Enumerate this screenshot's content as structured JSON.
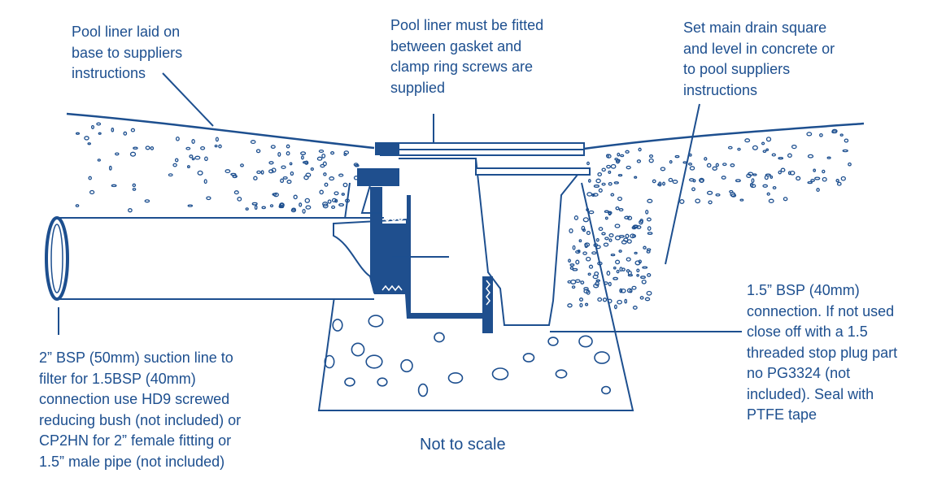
{
  "colors": {
    "ink": "#1d4f8f",
    "fill_dark": "#1f4f8e",
    "background": "#ffffff"
  },
  "annotations": {
    "liner_base": [
      "Pool liner laid on",
      "base to suppliers",
      "instructions"
    ],
    "liner_gasket": [
      "Pool liner must be fitted",
      "between gasket and",
      "clamp ring  screws are",
      "supplied"
    ],
    "drain_square": [
      "Set main drain square",
      "and level in concrete or",
      "to pool suppliers",
      "instructions"
    ],
    "suction_line": [
      "2” BSP (50mm) suction line to",
      "filter for 1.5BSP (40mm)",
      "connection use HD9 screwed",
      "reducing bush (not included) or",
      "CP2HN for 2” female fitting or",
      "1.5” male pipe (not included)"
    ],
    "connection": [
      "1.5” BSP (40mm)",
      "connection. If not used",
      "close off with a 1.5",
      "threaded stop plug part",
      "no PG3324 (not",
      "included). Seal with",
      "PTFE tape"
    ],
    "scale_note": "Not to scale"
  }
}
